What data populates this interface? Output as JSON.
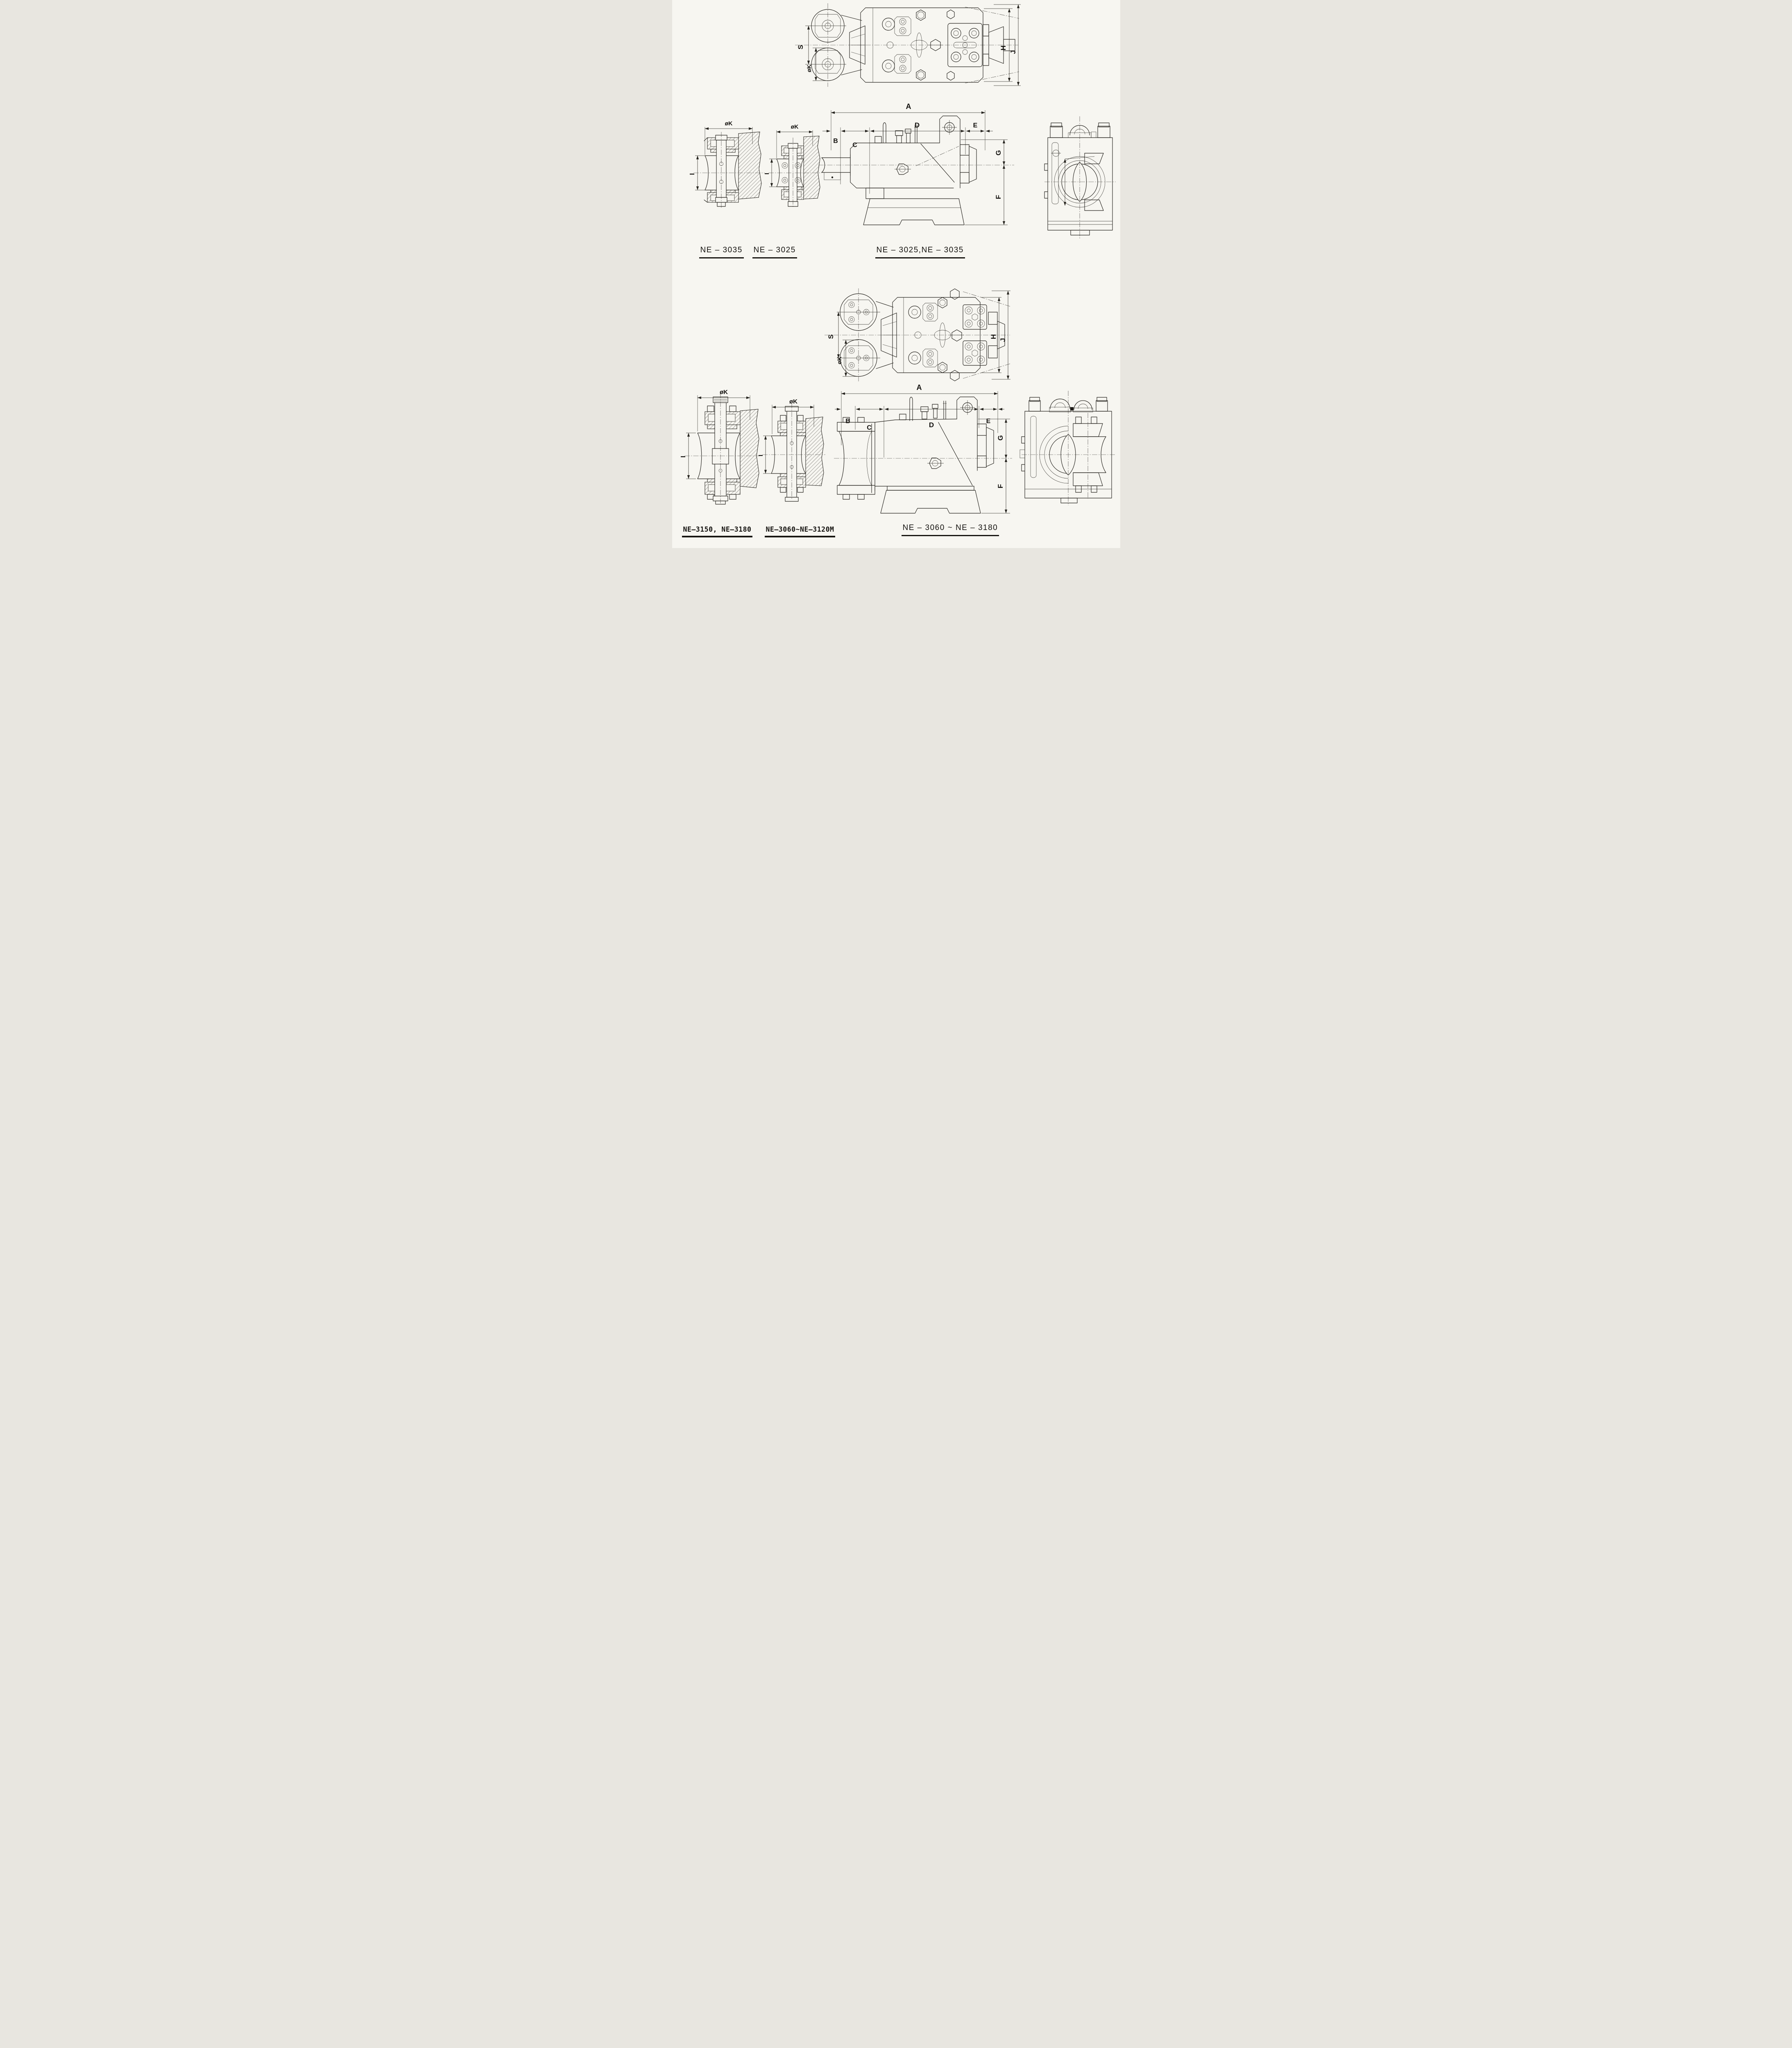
{
  "drawing": {
    "labels": {
      "A": "A",
      "B": "B",
      "C": "C",
      "D": "D",
      "E": "E",
      "F": "F",
      "G": "G",
      "H": "H",
      "I": "I",
      "J": "J",
      "S": "S",
      "phiK": "øK"
    },
    "captions": {
      "view1_left": "NE – 3035",
      "view1_mid": "NE – 3025",
      "view1_main": "NE – 3025,NE – 3035",
      "view2_left": "NE–3150, NE–3180",
      "view2_mid": "NE–3060~NE–3120M",
      "view2_main": "NE – 3060 ~ NE – 3180"
    }
  }
}
